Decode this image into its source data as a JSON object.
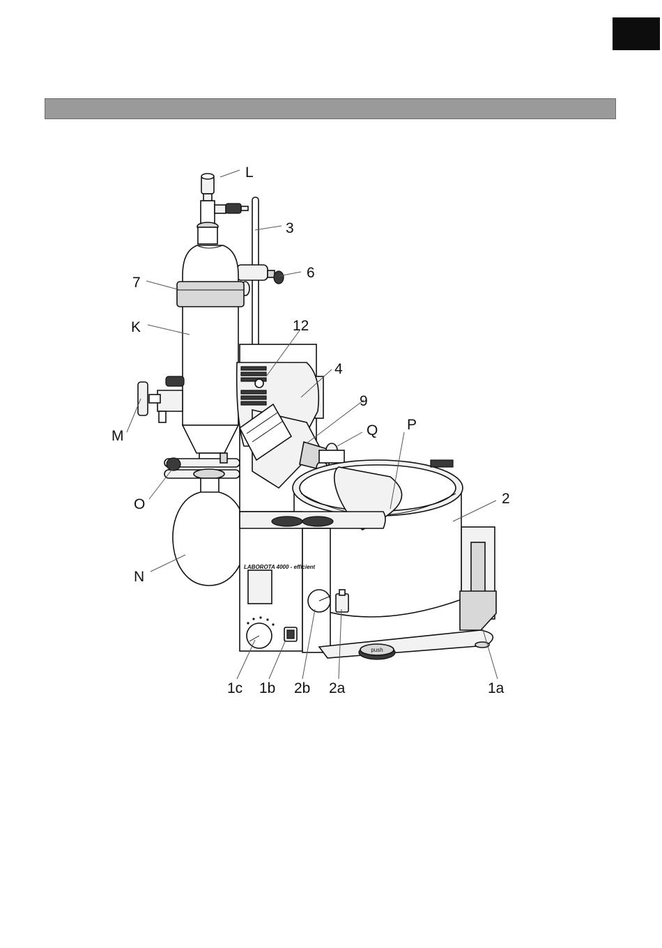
{
  "header_bar": {
    "text": ""
  },
  "device": {
    "brand_text": "LABOROTA 4000 - efficient",
    "base_button_text": "push"
  },
  "labels": {
    "L": "L",
    "3": "3",
    "6": "6",
    "7": "7",
    "K": "K",
    "12": "12",
    "4": "4",
    "9": "9",
    "Q": "Q",
    "P": "P",
    "M": "M",
    "O": "O",
    "2": "2",
    "N": "N",
    "1c": "1c",
    "1b": "1b",
    "2b": "2b",
    "2a": "2a",
    "1a": "1a"
  },
  "colors": {
    "header_bar": "#9a9a9a",
    "corner_tab": "#0d0d0d",
    "line_art": "#111111"
  }
}
